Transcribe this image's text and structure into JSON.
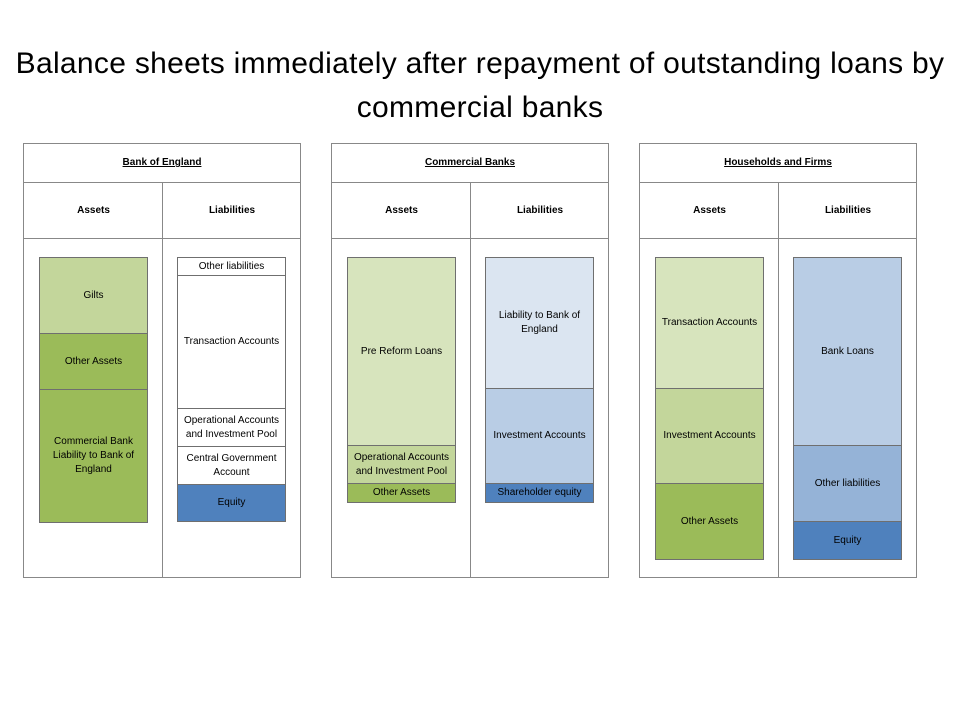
{
  "title": "Balance sheets immediately after repayment of outstanding loans by commercial banks",
  "colors": {
    "light_green": "#d7e4bd",
    "mid_green": "#c3d69b",
    "dark_green": "#9bbb59",
    "pale_blue": "#dbe5f1",
    "light_blue": "#b9cde5",
    "mid_blue": "#95b3d7",
    "dark_blue": "#4f81bd"
  },
  "sheets": {
    "boe": {
      "name": "Bank of England",
      "assets_label": "Assets",
      "liabilities_label": "Liabilities",
      "assets": [
        "Gilts",
        "Other Assets",
        "Commercial Bank Liability to Bank of England"
      ],
      "liabilities": [
        "Other liabilities",
        "Transaction Accounts",
        "Operational Accounts and Investment Pool",
        "Central Government Account",
        "Equity"
      ]
    },
    "cb": {
      "name": "Commercial Banks",
      "assets_label": "Assets",
      "liabilities_label": "Liabilities",
      "assets": [
        "Pre Reform Loans",
        "Operational Accounts and Investment Pool",
        "Other Assets"
      ],
      "liabilities": [
        "Liability to Bank of England",
        "Investment Accounts",
        "Shareholder equity"
      ]
    },
    "hf": {
      "name": "Households and Firms",
      "assets_label": "Assets",
      "liabilities_label": "Liabilities",
      "assets": [
        "Transaction Accounts",
        "Investment Accounts",
        "Other Assets"
      ],
      "liabilities": [
        "Bank Loans",
        "Other liabilities",
        "Equity"
      ]
    }
  }
}
